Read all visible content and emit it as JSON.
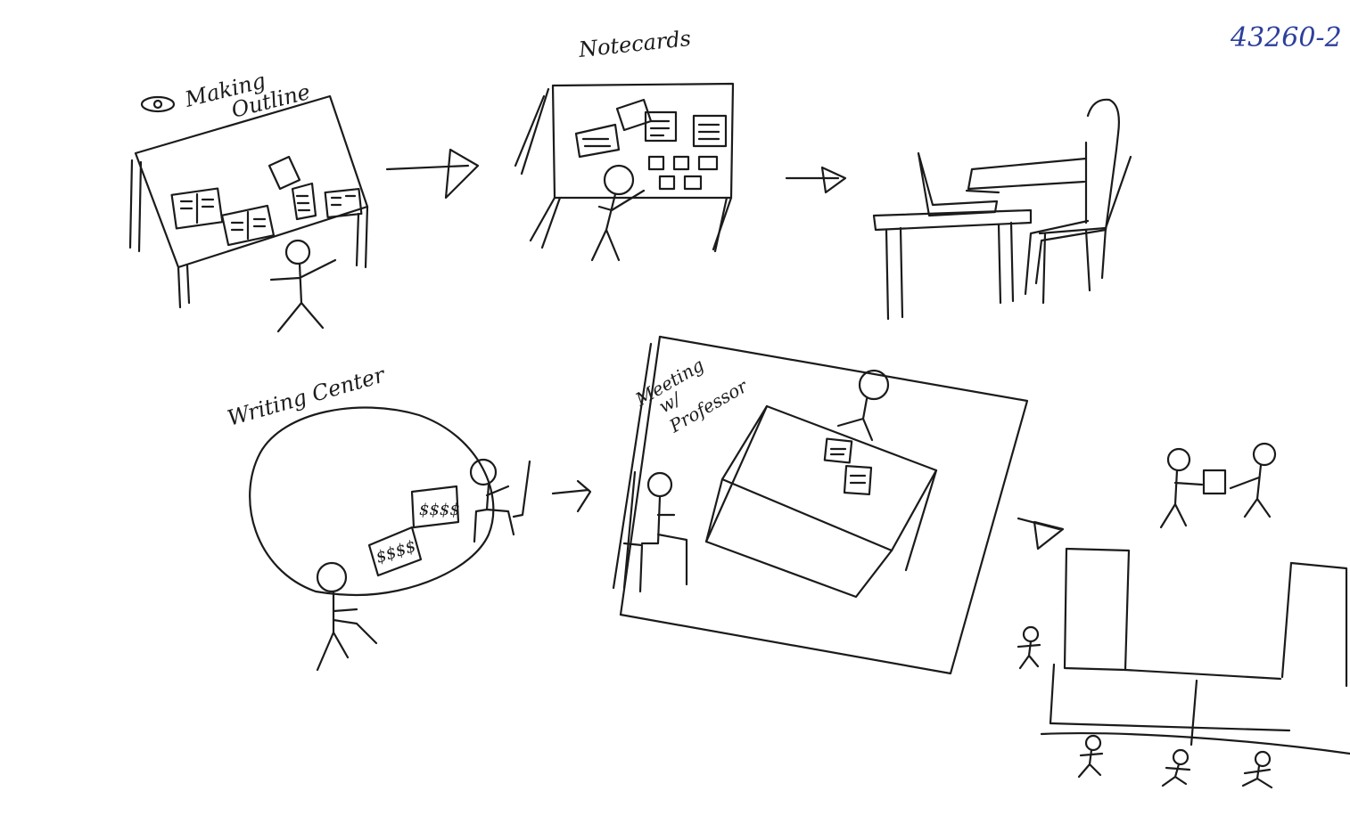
{
  "sheet_id": "43260-2",
  "colors": {
    "ink": "#1b1b1b",
    "id_ink": "#2d3f9c",
    "paper": "#ffffff"
  },
  "panels": [
    {
      "label_lines": [
        "Making",
        "Outline"
      ]
    },
    {
      "label_lines": [
        "Notecards"
      ]
    },
    {
      "label_lines": []
    },
    {
      "label_lines": [
        "Writing Center"
      ]
    },
    {
      "label_lines": [
        "Meeting",
        "w/",
        "Professor"
      ]
    },
    {
      "label_lines": []
    }
  ],
  "doodles": {
    "card_glyph": "$$$$"
  }
}
